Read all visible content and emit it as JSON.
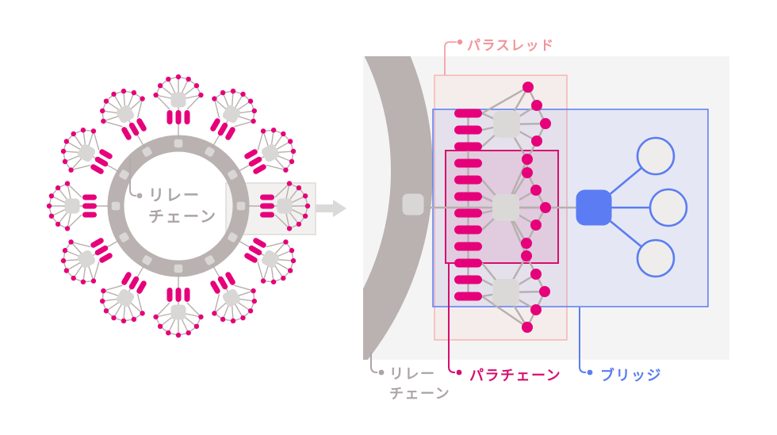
{
  "labels": {
    "relay_left": {
      "line1": "リレー",
      "line2": "チェーン"
    },
    "relay_right": {
      "line1": "リレー",
      "line2": "チェーン"
    },
    "parathread": "パラスレッド",
    "parachain": "パラチェーン",
    "bridge": "ブリッジ"
  },
  "colors": {
    "polkadot_pink": "#E6007A",
    "parachain_crimson": "#D50F6F",
    "parathread_salmon": "#F2939A",
    "bridge_blue": "#5B7CF2",
    "relay_ring_gray": "#B9B2B0",
    "label_gray": "#ABA4A4",
    "node_gray": "#D9D7D6",
    "panel_gray": "#F5F4F4"
  },
  "structure": {
    "parachain_clusters_on_ring": 12,
    "parachain_blocks_in_detail": 12,
    "bridge_external_chains": 3
  }
}
